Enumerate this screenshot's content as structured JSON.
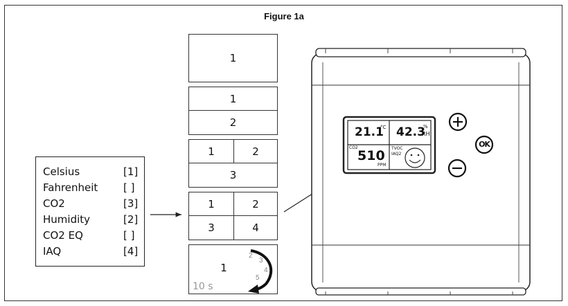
{
  "figure": {
    "title": "Figure 1a"
  },
  "legend": {
    "items": [
      {
        "label": "Celsius",
        "value": "[1]"
      },
      {
        "label": "Fahrenheit",
        "value": "[ ]"
      },
      {
        "label": "CO2",
        "value": "[3]"
      },
      {
        "label": "Humidity",
        "value": "[2]"
      },
      {
        "label": "CO2 EQ",
        "value": "[ ]"
      },
      {
        "label": "IAQ",
        "value": "[4]"
      }
    ]
  },
  "layouts": {
    "one": {
      "c1": "1"
    },
    "two": {
      "c1": "1",
      "c2": "2"
    },
    "three": {
      "c1": "1",
      "c2": "2",
      "c3": "3"
    },
    "four": {
      "c1": "1",
      "c2": "2",
      "c3": "3",
      "c4": "4"
    },
    "rotate": {
      "main": "1",
      "seq": [
        "2",
        "3",
        "4",
        "5"
      ],
      "interval": "10 s"
    }
  },
  "device": {
    "screen": {
      "temp_value": "21.1",
      "temp_unit": "°C",
      "hum_value": "42.3",
      "hum_unit_top": "%",
      "hum_unit_bottom": "RH",
      "co2_label": "CO2",
      "co2_value": "510",
      "co2_unit": "PPM",
      "tvoc_label": "TVOC",
      "iaq_label": "IAQ2"
    },
    "buttons": {
      "plus": "+",
      "ok": "OK",
      "minus": "−"
    }
  }
}
